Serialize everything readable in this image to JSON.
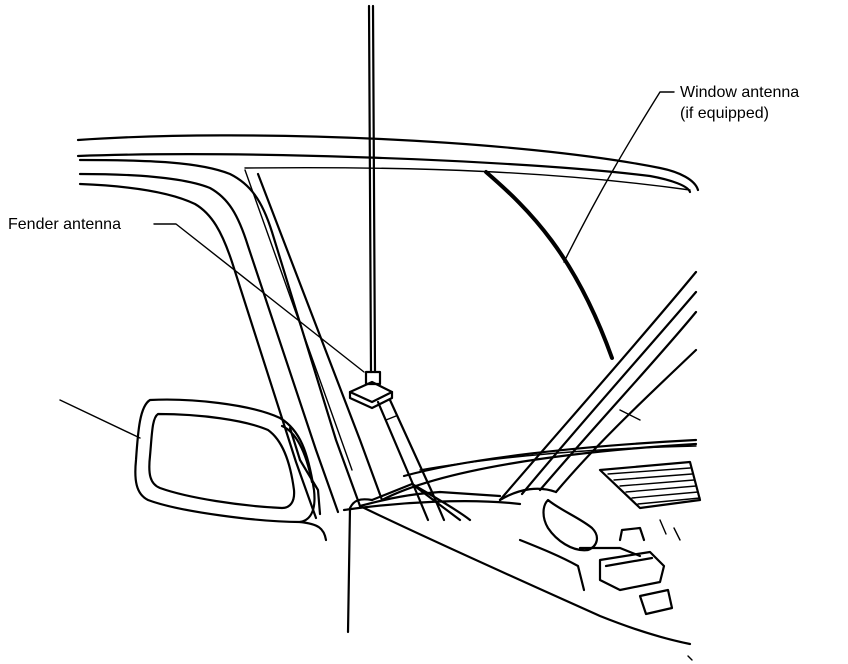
{
  "labels": {
    "window_antenna_line1": "Window antenna",
    "window_antenna_line2": "(if equipped)",
    "fender_antenna": "Fender antenna"
  },
  "colors": {
    "line": "#000000",
    "background": "#ffffff"
  }
}
